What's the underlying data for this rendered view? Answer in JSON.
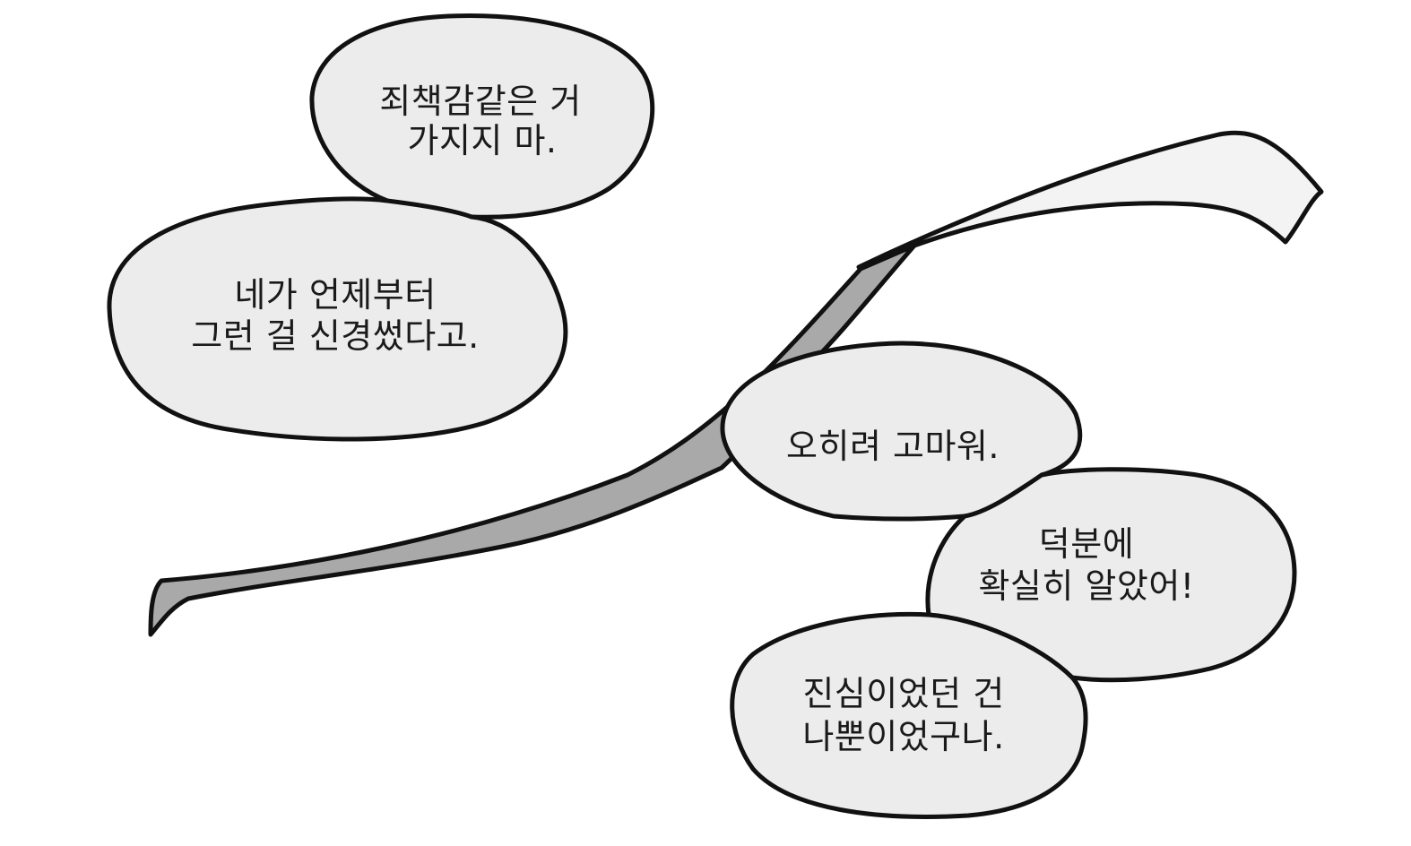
{
  "colors": {
    "bubble_fill": "#ececec",
    "outline": "#111111",
    "tail_dark": "#a9a9a9",
    "tail_light": "#f3f3f3",
    "text": "#1a1a1a",
    "background": "#ffffff"
  },
  "bubbles": [
    {
      "lines": [
        "죄책감같은 거",
        "가지지 마."
      ]
    },
    {
      "lines": [
        "네가 언제부터",
        "그런 걸 신경썼다고."
      ]
    },
    {
      "lines": [
        "오히려 고마워."
      ]
    },
    {
      "lines": [
        "덕분에",
        "확실히 알았어!"
      ]
    },
    {
      "lines": [
        "진심이었던 건",
        "나뿐이었구나."
      ]
    }
  ]
}
